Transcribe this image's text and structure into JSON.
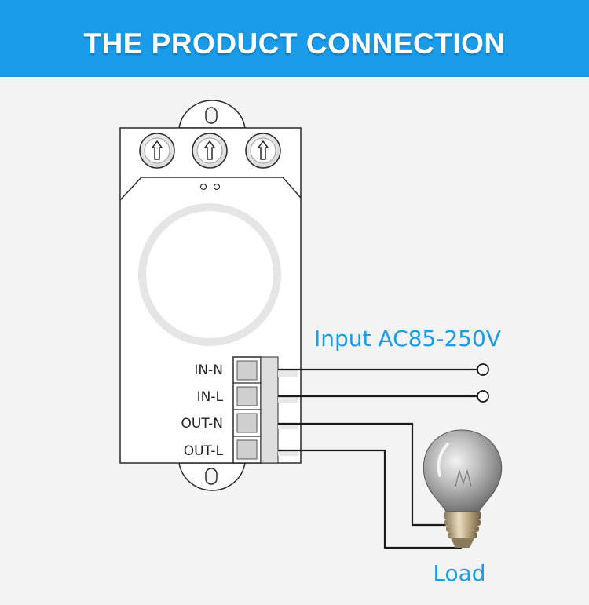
{
  "header": {
    "title": "THE PRODUCT CONNECTION"
  },
  "terminals": [
    {
      "label": "IN-N"
    },
    {
      "label": "IN-L"
    },
    {
      "label": "OUT-N"
    },
    {
      "label": "OUT-L"
    }
  ],
  "input_label": "Input AC85-250V",
  "load_label": "Load",
  "colors": {
    "header": "#1a9be8",
    "accent_text": "#1a9be8",
    "wire": "#1a1a1a",
    "background": "#f3f3f3"
  },
  "icons": [
    "screw-terminal-icon",
    "led-indicator-icon",
    "pir-sensor-lens-icon",
    "mounting-ear-icon",
    "light-bulb-icon",
    "wire-end-circle-icon"
  ]
}
